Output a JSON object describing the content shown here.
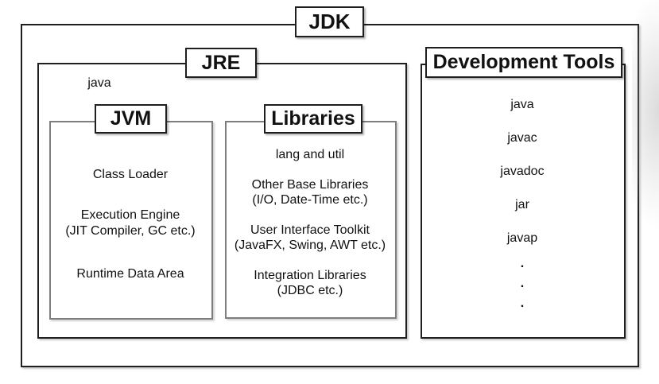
{
  "colors": {
    "background": "#ffffff",
    "border_dark": "#1f1f1f",
    "border_gray": "#7e7e7e"
  },
  "diagram": {
    "jdk": {
      "label": "JDK"
    },
    "jre": {
      "label": "JRE",
      "java_label": "java",
      "jvm": {
        "label": "JVM",
        "items": [
          {
            "title": "Class Loader",
            "subtitle": ""
          },
          {
            "title": "Execution Engine",
            "subtitle": "(JIT Compiler, GC etc.)"
          },
          {
            "title": "Runtime Data Area",
            "subtitle": ""
          }
        ]
      },
      "libraries": {
        "label": "Libraries",
        "items": [
          {
            "title": "lang and util",
            "subtitle": ""
          },
          {
            "title": "Other Base Libraries",
            "subtitle": "(I/O, Date-Time etc.)"
          },
          {
            "title": "User Interface Toolkit",
            "subtitle": "(JavaFX, Swing, AWT etc.)"
          },
          {
            "title": "Integration Libraries",
            "subtitle": "(JDBC etc.)"
          }
        ]
      }
    },
    "dev_tools": {
      "label": "Development Tools",
      "items": [
        "java",
        "javac",
        "javadoc",
        "jar",
        "javap"
      ],
      "dots": [
        ".",
        ".",
        "."
      ]
    }
  }
}
